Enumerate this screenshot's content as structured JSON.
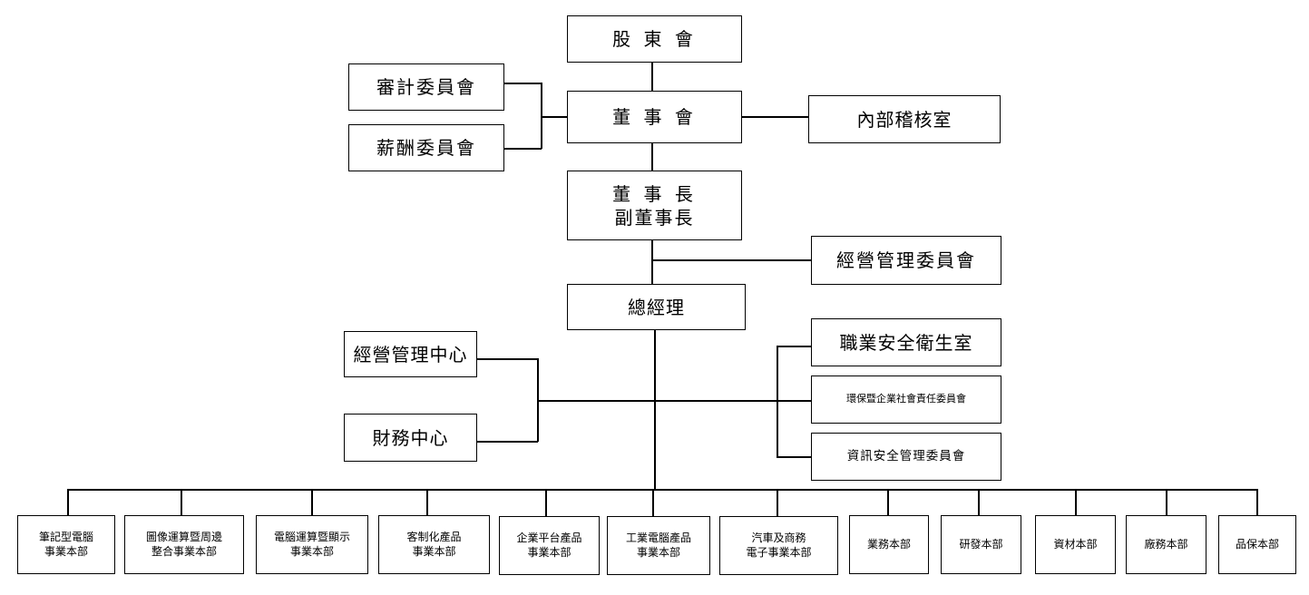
{
  "top": {
    "shareholders": "股 東 會",
    "board": "董 事 會",
    "audit_committee": "審計委員會",
    "compensation_committee": "薪酬委員會",
    "internal_audit": "內部稽核室",
    "chairman_line1": "董 事 長",
    "chairman_line2": "副董事長",
    "management_committee": "經營管理委員會",
    "president": "總經理"
  },
  "staff": {
    "management_center": "經營管理中心",
    "finance_center": "財務中心",
    "occupational_safety": "職業安全衛生室",
    "esg_committee": "環保暨企業社會責任委員會",
    "infosec_committee": "資訊安全管理委員會"
  },
  "divisions": [
    {
      "line1": "筆記型電腦",
      "line2": "事業本部"
    },
    {
      "line1": "圖像運算暨周邊",
      "line2": "整合事業本部"
    },
    {
      "line1": "電腦運算暨顯示",
      "line2": "事業本部"
    },
    {
      "line1": "客制化產品",
      "line2": "事業本部"
    },
    {
      "line1": "企業平台產品",
      "line2": "事業本部"
    },
    {
      "line1": "工業電腦產品",
      "line2": "事業本部"
    },
    {
      "line1": "汽車及商務",
      "line2": "電子事業本部"
    },
    {
      "line1": "業務本部",
      "line2": ""
    },
    {
      "line1": "研發本部",
      "line2": ""
    },
    {
      "line1": "資材本部",
      "line2": ""
    },
    {
      "line1": "廠務本部",
      "line2": ""
    },
    {
      "line1": "品保本部",
      "line2": ""
    }
  ]
}
